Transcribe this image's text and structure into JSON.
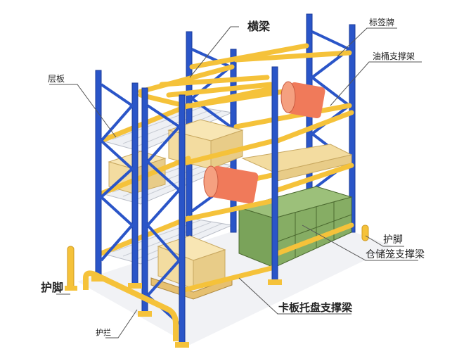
{
  "labels": {
    "crossbeam": "横梁",
    "label_plate": "标签牌",
    "drum_support": "油桶支撑架",
    "shelf_panel": "层板",
    "foot_guard_right": "护脚",
    "cage_support_beam": "仓储笼支撑梁",
    "foot_guard_left": "护脚",
    "pallet_support_beam": "卡板托盘支撑梁",
    "guard_rail": "护拦"
  },
  "colors": {
    "upright": "#2a55c8",
    "beam": "#f5c23a",
    "barrel": "#f07a5a",
    "cage": "#7aa35a",
    "box": "#f3dca0"
  }
}
